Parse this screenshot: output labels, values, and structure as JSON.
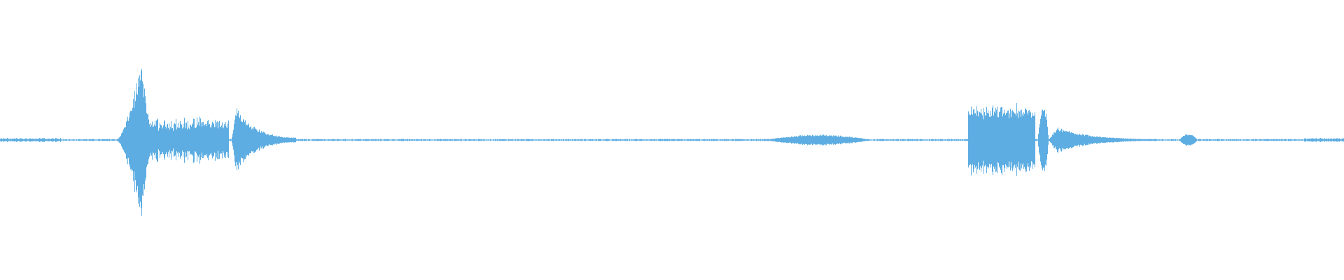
{
  "waveform": {
    "color": "#5DADE2",
    "background": "#ffffff",
    "baseline_amplitude": 0.01,
    "segments": [
      {
        "start": 0.0,
        "end": 0.045,
        "peak": 0.02,
        "shape": "noise"
      },
      {
        "start": 0.086,
        "end": 0.111,
        "peak": 0.72,
        "shape": "burst"
      },
      {
        "start": 0.111,
        "end": 0.17,
        "peak": 0.22,
        "shape": "noisy-band"
      },
      {
        "start": 0.172,
        "end": 0.22,
        "peak": 0.3,
        "shape": "decay"
      },
      {
        "start": 0.568,
        "end": 0.65,
        "peak": 0.05,
        "shape": "hump"
      },
      {
        "start": 0.72,
        "end": 0.77,
        "peak": 0.35,
        "shape": "block"
      },
      {
        "start": 0.772,
        "end": 0.78,
        "peak": 0.38,
        "shape": "spike"
      },
      {
        "start": 0.78,
        "end": 0.86,
        "peak": 0.12,
        "shape": "decay"
      },
      {
        "start": 0.877,
        "end": 0.891,
        "peak": 0.06,
        "shape": "hump"
      },
      {
        "start": 0.97,
        "end": 1.0,
        "peak": 0.02,
        "shape": "noise"
      }
    ]
  }
}
